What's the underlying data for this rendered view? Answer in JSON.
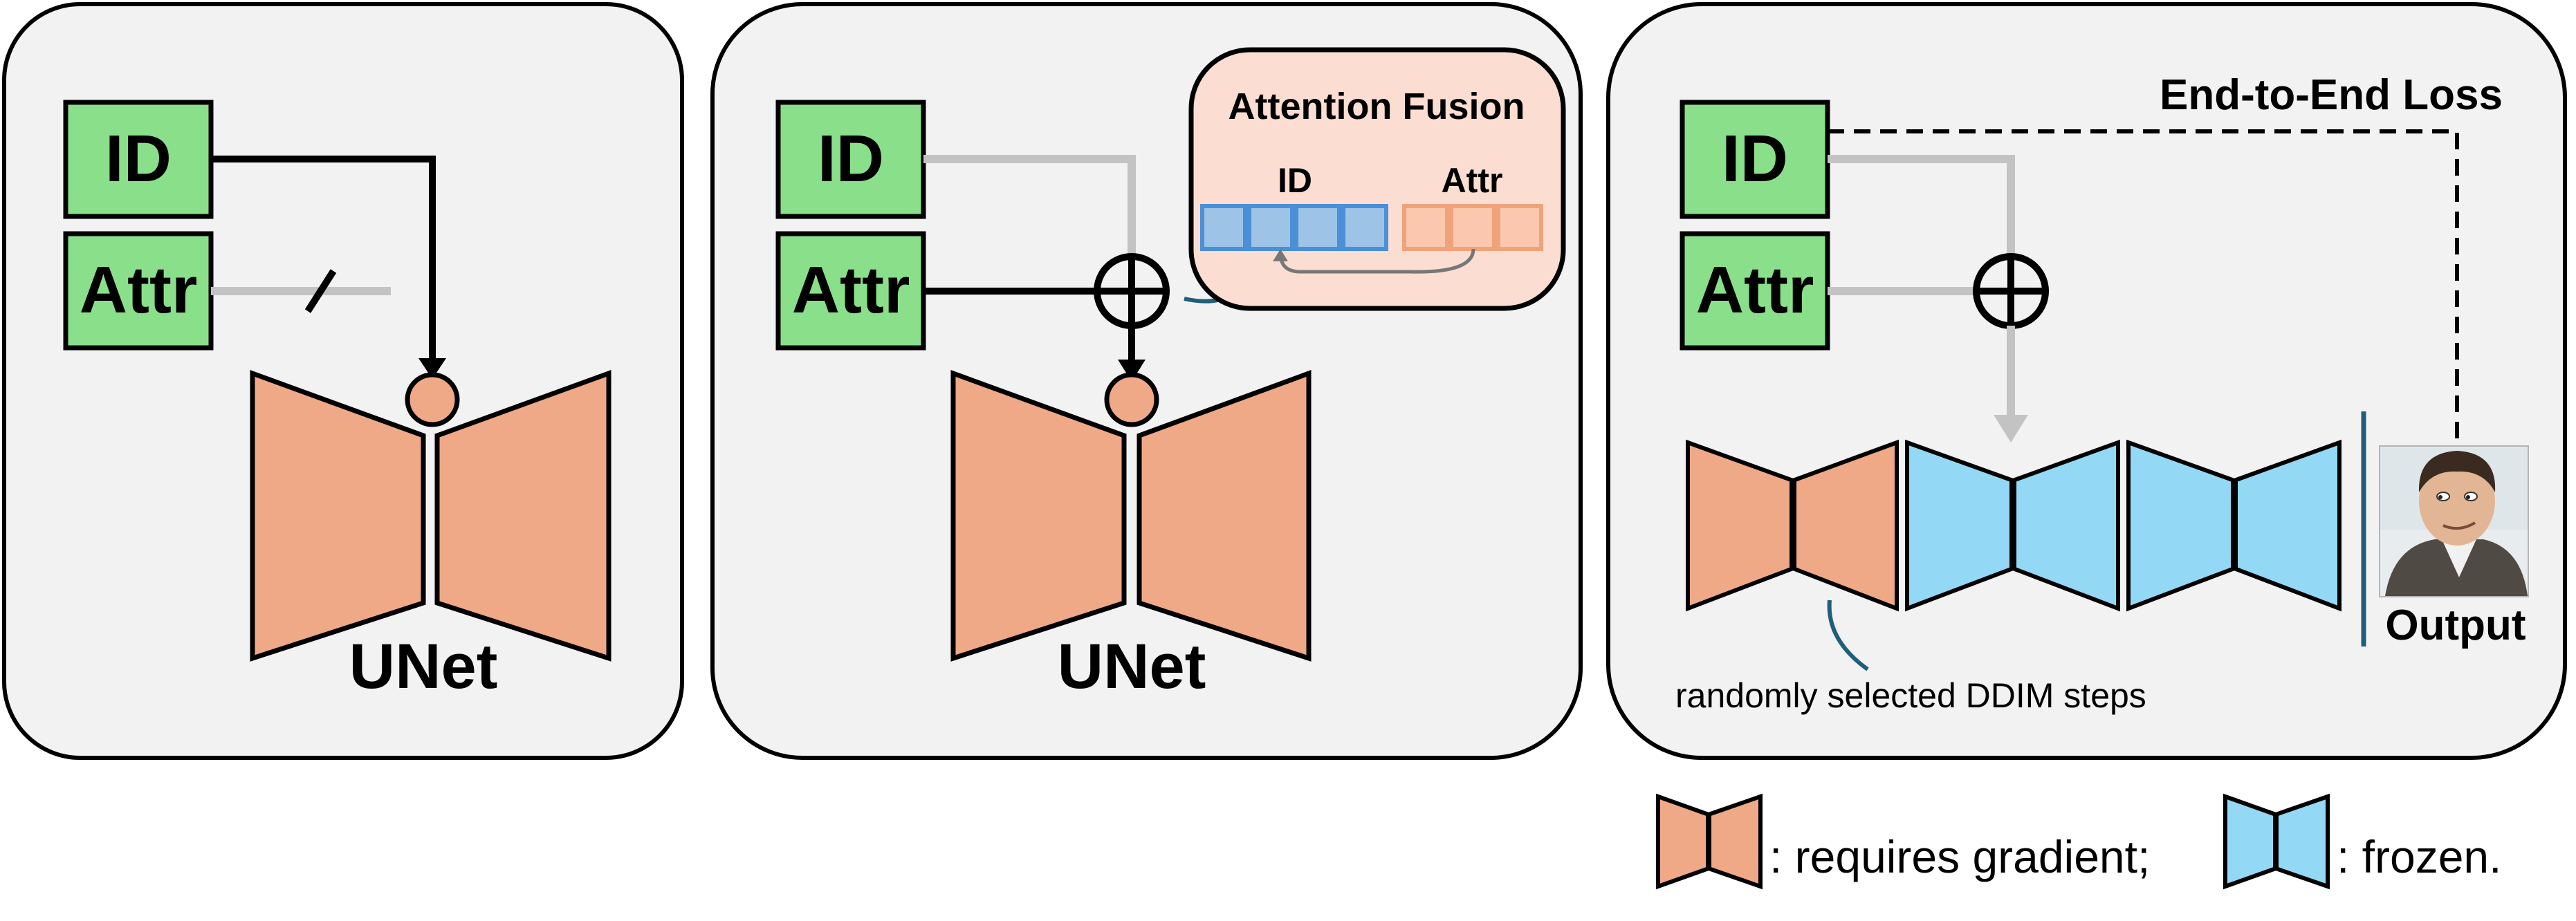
{
  "panel1": {
    "id_label": "ID",
    "attr_label": "Attr",
    "unet_label": "UNet"
  },
  "panel2": {
    "id_label": "ID",
    "attr_label": "Attr",
    "unet_label": "UNet",
    "fusion": {
      "title": "Attention Fusion",
      "id_label": "ID",
      "attr_label": "Attr"
    }
  },
  "panel3": {
    "id_label": "ID",
    "attr_label": "Attr",
    "loss_label": "End-to-End Loss",
    "steps_label": "randomly selected DDIM steps",
    "output_label": "Output"
  },
  "legend": {
    "gradient_label": ": requires gradient;",
    "frozen_label": ": frozen."
  },
  "colors": {
    "panel_bg": "#f2f2f2",
    "green_box": "#8ae08a",
    "orange": "#f0a986",
    "blue": "#93d9f5",
    "fusion_bg": "#fbded1",
    "token_blue": "#9dc3e6",
    "token_blue_stroke": "#4b8fd6",
    "token_orange": "#fbc7ae",
    "token_orange_stroke": "#f0a37a",
    "gray_line": "#c3c3c3",
    "teal_line": "#1f5f7a"
  }
}
